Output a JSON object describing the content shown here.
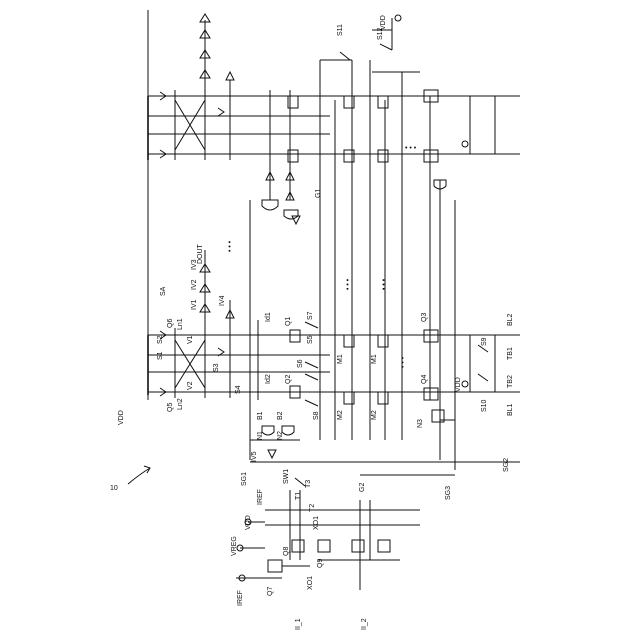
{
  "figure_number": "10",
  "rail_labels": {
    "vdd_main": "VDD",
    "vdd_s12": "VDD",
    "vdd_ref": "VDD",
    "vdd_tb": "VDD",
    "vreg": "VREG",
    "iref": "IREF",
    "iref_src": "IREF",
    "dout": "DOUT"
  },
  "block_labels": {
    "sa": "SA",
    "ln1": "Ln1",
    "ln2": "Ln2",
    "v1": "V1",
    "v2": "V2",
    "id1": "Id1",
    "id2": "Id2",
    "iv1": "IV1",
    "iv2": "IV2",
    "iv3": "IV3",
    "iv4": "IV4",
    "iv5": "IV5",
    "sg1": "SG1",
    "sg2": "SG2",
    "sg3": "SG3",
    "bl1": "BL1",
    "bl2": "BL2",
    "tb1": "TB1",
    "tb2": "TB2",
    "ii1": "II_1",
    "ii2": "II_2",
    "xo1": "XO1",
    "xo1b": "XO1",
    "t1": "T1",
    "t2": "T2",
    "t3": "T3",
    "sw1": "SW1",
    "b1": "B1",
    "b2": "B2",
    "n1": "N1",
    "n2": "N2",
    "n3": "N3",
    "m1a": "M1",
    "m1b": "M1",
    "m2a": "M2",
    "m2b": "M2"
  },
  "switches": {
    "s1": "S1",
    "s2": "S2",
    "s3": "S3",
    "s4": "S4",
    "s5": "S5",
    "s6": "S6",
    "s7": "S7",
    "s8": "S8",
    "s9": "S9",
    "s10": "S10",
    "s11": "S11",
    "s12": "S12"
  },
  "transistors": {
    "q1": "Q1",
    "q2": "Q2",
    "q3": "Q3",
    "q4": "Q4",
    "q5": "Q5",
    "q6": "Q6",
    "q7": "Q7",
    "q8": "Q8",
    "q9": "Q9",
    "g1": "G1",
    "g2": "G2"
  },
  "ellipsis": "• • •"
}
